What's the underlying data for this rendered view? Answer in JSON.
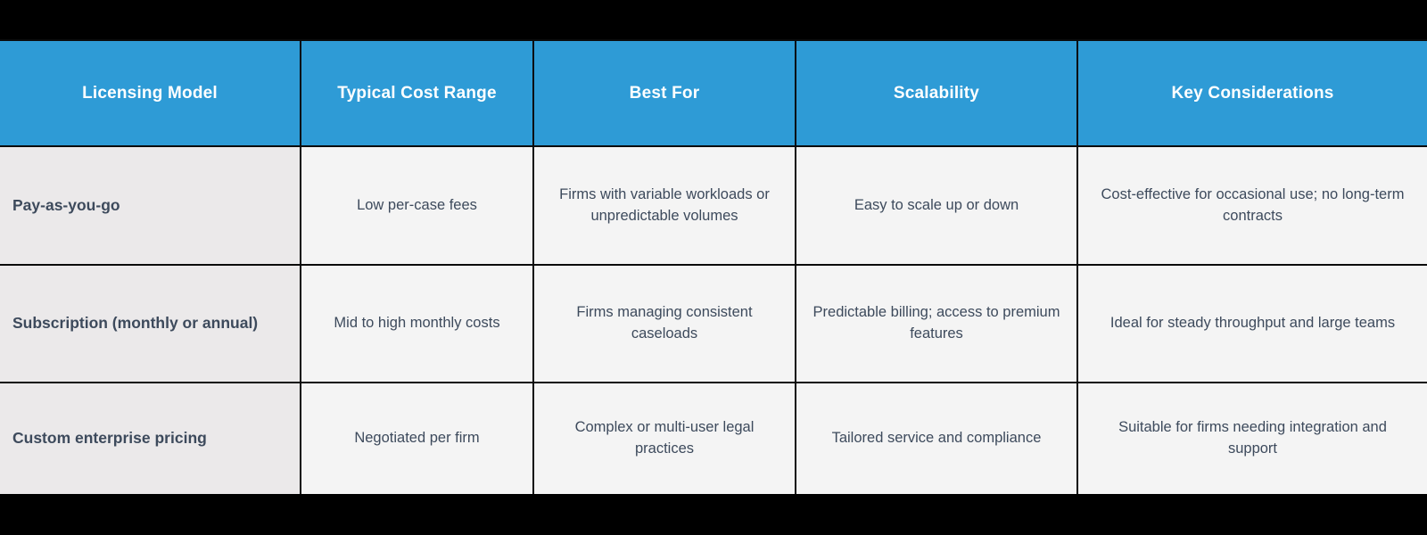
{
  "theme": {
    "page_background": "#000000",
    "header_background": "#2e9bd6",
    "header_text": "#ffffff",
    "row_header_background": "#ebe9ea",
    "cell_background": "#f4f4f4",
    "body_text": "#3d4a5c",
    "grid_line": "#0b0b0b"
  },
  "table": {
    "columns": [
      "Licensing Model",
      "Typical Cost Range",
      "Best For",
      "Scalability",
      "Key Considerations"
    ],
    "rows": [
      {
        "model": "Pay-as-you-go",
        "cost": "Low per-case fees",
        "best_for": "Firms with variable workloads or unpredictable volumes",
        "scalability": "Easy to scale up or down",
        "considerations": "Cost-effective for occasional use; no long-term contracts"
      },
      {
        "model": "Subscription (monthly or annual)",
        "cost": "Mid to high monthly costs",
        "best_for": "Firms managing consistent caseloads",
        "scalability": "Predictable billing; access to premium features",
        "considerations": "Ideal for steady throughput and large teams"
      },
      {
        "model": "Custom enterprise pricing",
        "cost": "Negotiated per firm",
        "best_for": "Complex or multi-user legal practices",
        "scalability": "Tailored service and compliance",
        "considerations": "Suitable for firms needing integration and support"
      }
    ]
  }
}
